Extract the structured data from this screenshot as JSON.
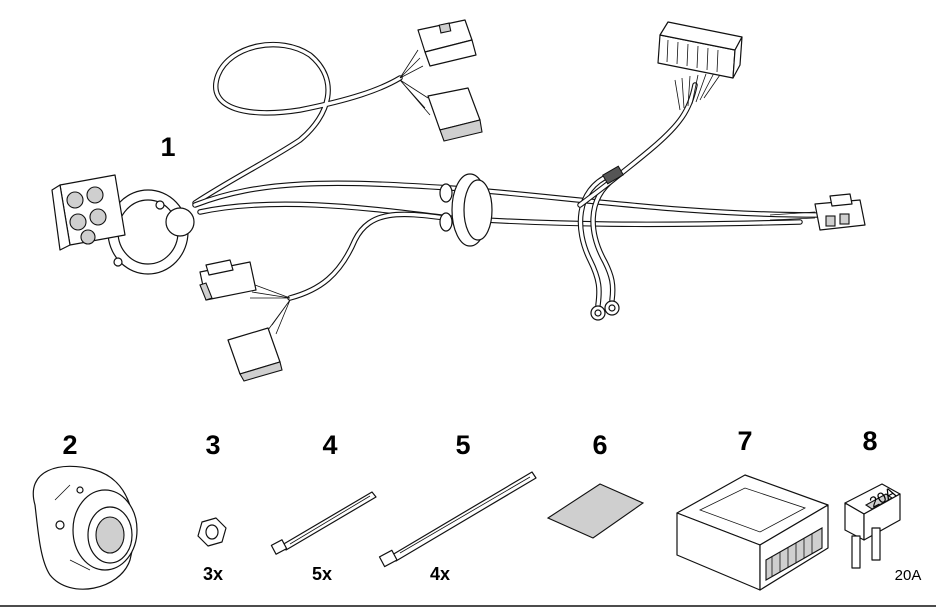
{
  "labels": {
    "p1": "1",
    "p2": "2",
    "p3": "3",
    "p4": "4",
    "p5": "5",
    "p6": "6",
    "p7": "7",
    "p8": "8"
  },
  "quantities": {
    "p3": "3x",
    "p4": "5x",
    "p5": "4x"
  },
  "fuse_rating": "20A",
  "fuse_face_text": "20A"
}
